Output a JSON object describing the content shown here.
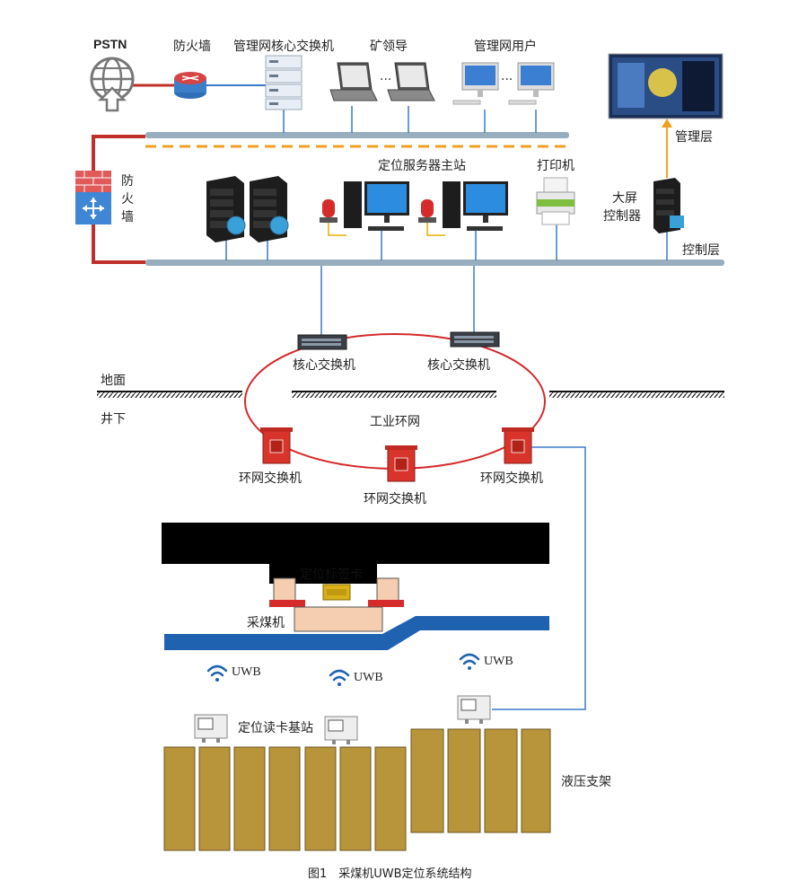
{
  "labels": {
    "pstn": "PSTN",
    "firewall_top": "防火墙",
    "mgmt_core_switch": "管理网核心交换机",
    "mine_leader": "矿领导",
    "mgmt_users": "管理网用户",
    "mgmt_layer": "管理层",
    "firewall_side": "防火墙",
    "location_server": "定位服务器主站",
    "printer": "打印机",
    "big_screen_ctrl_1": "大屏",
    "big_screen_ctrl_2": "控制器",
    "control_layer": "控制层",
    "core_switch_left": "核心交换机",
    "core_switch_right": "核心交换机",
    "ground": "地面",
    "underground": "井下",
    "industrial_ring": "工业环网",
    "ring_switch_left": "环网交换机",
    "ring_switch_mid": "环网交换机",
    "ring_switch_right": "环网交换机",
    "tag_card": "定位标签卡",
    "shearer": "采煤机",
    "uwb_1": "UWB",
    "uwb_2": "UWB",
    "uwb_3": "UWB",
    "reader_station": "定位读卡基站",
    "hydraulic_support": "液压支架",
    "caption": "图1　采煤机UWB定位系统结构"
  },
  "icons": [
    "globe-icon",
    "router-icon",
    "switch-stack-icon",
    "laptop-icon",
    "desktop-icon",
    "video-wall-icon",
    "firewall-icon",
    "server-icon",
    "alarm-light-icon",
    "printer-icon",
    "core-switch-icon",
    "ring-switch-icon",
    "tag-card-icon",
    "wifi-icon",
    "reader-station-icon"
  ],
  "colors": {
    "bus": "#98adbd",
    "red_link": "#c0302a",
    "orange_dash": "#f0a020",
    "ring": "#d6292b",
    "blue_link": "#3c78c8",
    "support": "#b8953a",
    "coal_seam": "#1f62b0",
    "shearer_body": "#f5cdb0",
    "switch_red": "#d9342b"
  }
}
